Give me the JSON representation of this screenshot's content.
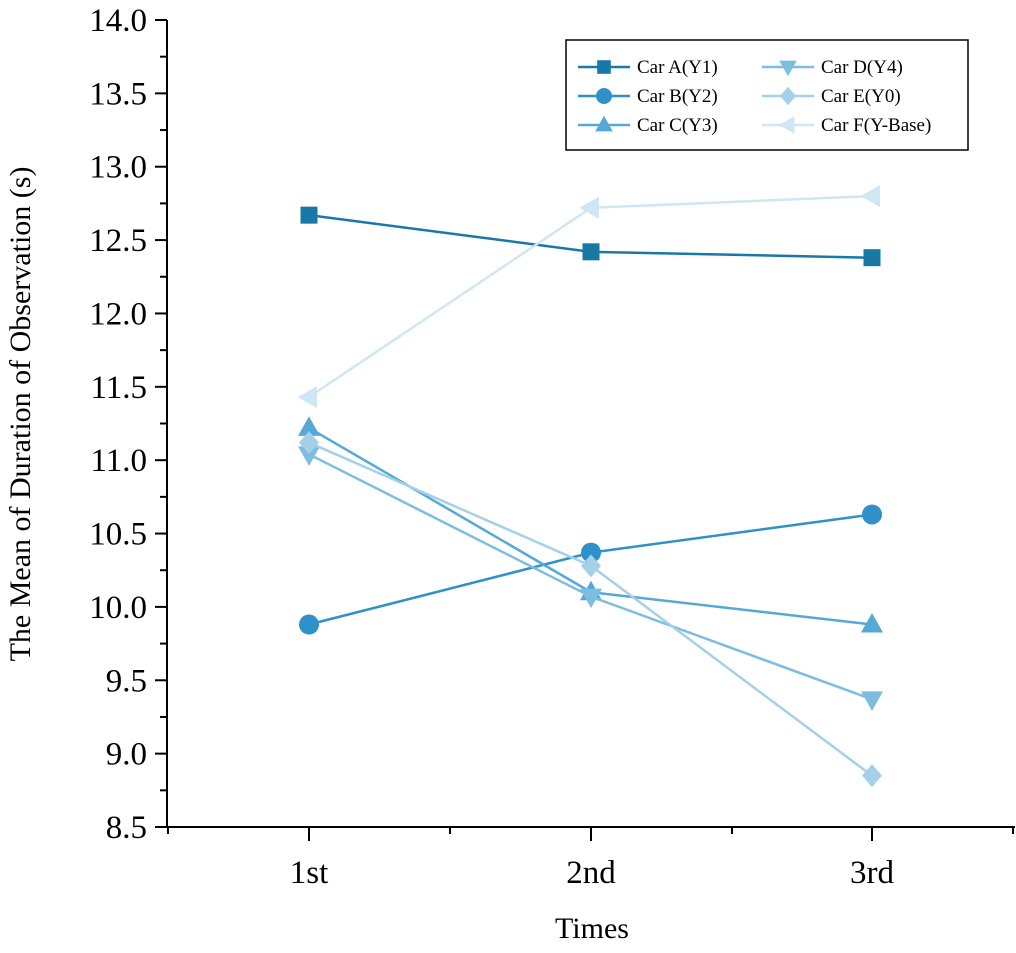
{
  "chart_data": {
    "type": "line",
    "xlabel": "Times",
    "ylabel": "The Mean of Duration of Observation (s)",
    "categories": [
      "1st",
      "2nd",
      "3rd"
    ],
    "ylim": [
      8.5,
      14.0
    ],
    "yticks": [
      "14.0",
      "13.5",
      "13.0",
      "12.5",
      "12.0",
      "11.5",
      "11.0",
      "10.5",
      "10.0",
      "9.5",
      "9.0",
      "8.5"
    ],
    "grid": false,
    "legend_position": "top-right",
    "series": [
      {
        "name": "Car A(Y1)",
        "values": [
          12.67,
          12.42,
          12.38
        ],
        "marker": "square",
        "color": "#1878a6"
      },
      {
        "name": "Car B(Y2)",
        "values": [
          9.88,
          10.37,
          10.63
        ],
        "marker": "circle",
        "color": "#2e91c9"
      },
      {
        "name": "Car C(Y3)",
        "values": [
          11.22,
          10.1,
          9.88
        ],
        "marker": "triangle-up",
        "color": "#56a9d6"
      },
      {
        "name": "Car D(Y4)",
        "values": [
          11.04,
          10.07,
          9.37
        ],
        "marker": "triangle-down",
        "color": "#7dbde0"
      },
      {
        "name": "Car E(Y0)",
        "values": [
          11.12,
          10.28,
          8.85
        ],
        "marker": "diamond",
        "color": "#a5d0e9"
      },
      {
        "name": "Car F(Y-Base)",
        "values": [
          11.43,
          12.72,
          12.8
        ],
        "marker": "triangle-left",
        "color": "#cfe6f4"
      }
    ]
  }
}
